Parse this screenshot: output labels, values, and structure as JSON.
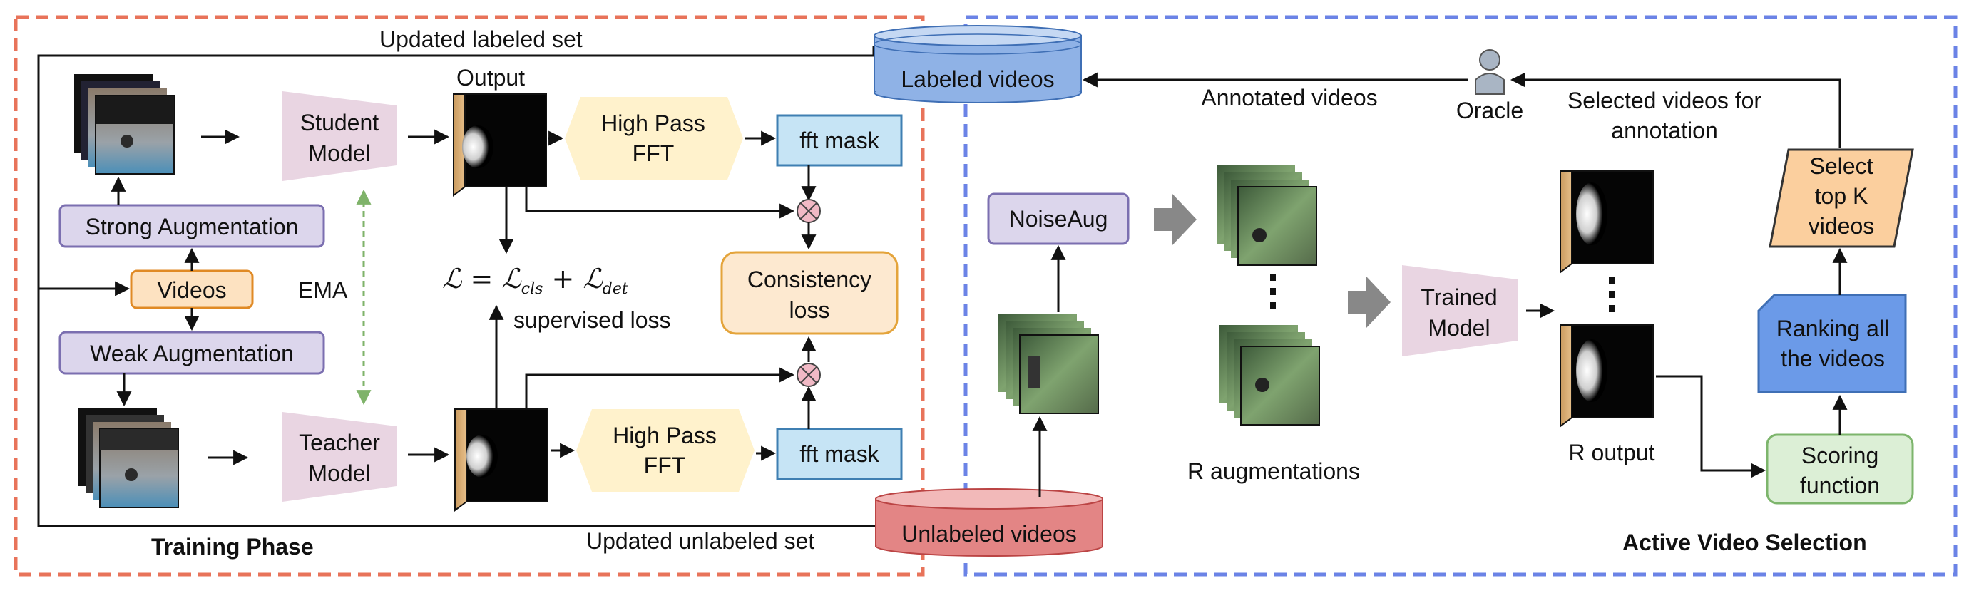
{
  "colors": {
    "training_border": "#e8735a",
    "selection_border": "#6b83e6",
    "augmentation_fill": "#dcd6ec",
    "augmentation_stroke": "#7b6fb0",
    "videos_fill": "#fde2c1",
    "videos_stroke": "#e08a25",
    "model_fill": "#e9d5e2",
    "fft_fill": "#fff2cc",
    "mask_fill": "#c6e4f5",
    "mask_stroke": "#3f7fb2",
    "loss_fill": "#fde9d0",
    "loss_stroke": "#e4a43b",
    "labeled_db": "#8fb2e6",
    "unlabeled_db": "#e38585",
    "select_fill": "#fbcf9e",
    "ranking_fill": "#6b9ae8",
    "scoring_fill": "#dcefd6",
    "scoring_stroke": "#7db56c",
    "ema_arrow": "#7fb36a"
  },
  "training": {
    "title": "Training Phase",
    "updated_labeled_set": "Updated labeled set",
    "updated_unlabeled_set": "Updated unlabeled set",
    "strong_augmentation": "Strong Augmentation",
    "weak_augmentation": "Weak Augmentation",
    "videos": "Videos",
    "ema": "EMA",
    "student_model": [
      "Student",
      "Model"
    ],
    "teacher_model": [
      "Teacher",
      "Model"
    ],
    "output": "Output",
    "high_pass_fft": [
      "High Pass",
      "FFT"
    ],
    "fft_mask": "fft mask",
    "consistency_loss": [
      "Consistency",
      "loss"
    ],
    "loss_formula": {
      "lhs": "ℒ",
      "eq": " = ",
      "cls": "ℒ",
      "cls_sub": "cls",
      "plus": " + ",
      "det": "ℒ",
      "det_sub": "det"
    },
    "supervised_loss": "supervised loss"
  },
  "selection": {
    "title": "Active Video Selection",
    "labeled_videos": "Labeled videos",
    "unlabeled_videos": "Unlabeled videos",
    "annotated_videos": "Annotated videos",
    "oracle": "Oracle",
    "selected_for_annotation": [
      "Selected videos for",
      "annotation"
    ],
    "noise_aug": "NoiseAug",
    "r_augmentations": "R augmentations",
    "trained_model": [
      "Trained",
      "Model"
    ],
    "r_output": "R output",
    "select_top_k": [
      "Select",
      "top K",
      "videos"
    ],
    "ranking": [
      "Ranking all",
      "the videos"
    ],
    "scoring": [
      "Scoring",
      "function"
    ]
  },
  "icons": [
    "database-icon",
    "user-icon",
    "multiply-circle-icon",
    "arrow-icon",
    "video-frame-stack-icon",
    "output-cube-icon",
    "vertical-ellipsis-icon"
  ]
}
